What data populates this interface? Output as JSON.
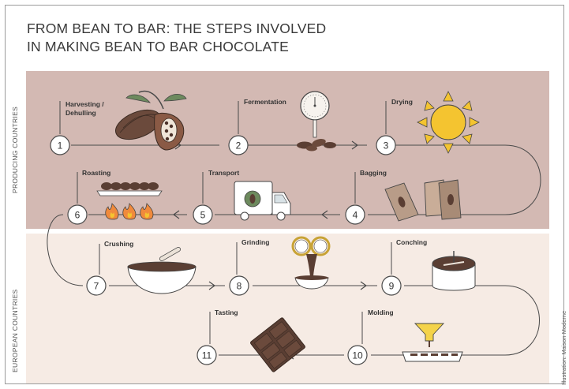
{
  "title": {
    "line1": "FROM BEAN TO BAR: THE STEPS INVOLVED",
    "line2": "IN MAKING BEAN TO BAR CHOCOLATE"
  },
  "regions": {
    "producing": "PRODUCING COUNTRIES",
    "european": "EUROPEAN COUNTRIES"
  },
  "steps": [
    {
      "number": "1",
      "label_lines": [
        "Harvesting /",
        "Dehulling"
      ]
    },
    {
      "number": "2",
      "label_lines": [
        "Fermentation"
      ]
    },
    {
      "number": "3",
      "label_lines": [
        "Drying"
      ]
    },
    {
      "number": "4",
      "label_lines": [
        "Bagging"
      ]
    },
    {
      "number": "5",
      "label_lines": [
        "Transport"
      ]
    },
    {
      "number": "6",
      "label_lines": [
        "Roasting"
      ]
    },
    {
      "number": "7",
      "label_lines": [
        "Crushing"
      ]
    },
    {
      "number": "8",
      "label_lines": [
        "Grinding"
      ]
    },
    {
      "number": "9",
      "label_lines": [
        "Conching"
      ]
    },
    {
      "number": "10",
      "label_lines": [
        "Molding"
      ]
    },
    {
      "number": "11",
      "label_lines": [
        "Tasting"
      ]
    }
  ],
  "credit": "Illustration: Maison Moderne",
  "colors": {
    "producing_band": "#d3b9b3",
    "european_band": "#f6ebe4",
    "line": "#4a4a4a",
    "cocoa_dark": "#5a3e33",
    "sun": "#f4c430",
    "flame": "#f08a3c"
  }
}
